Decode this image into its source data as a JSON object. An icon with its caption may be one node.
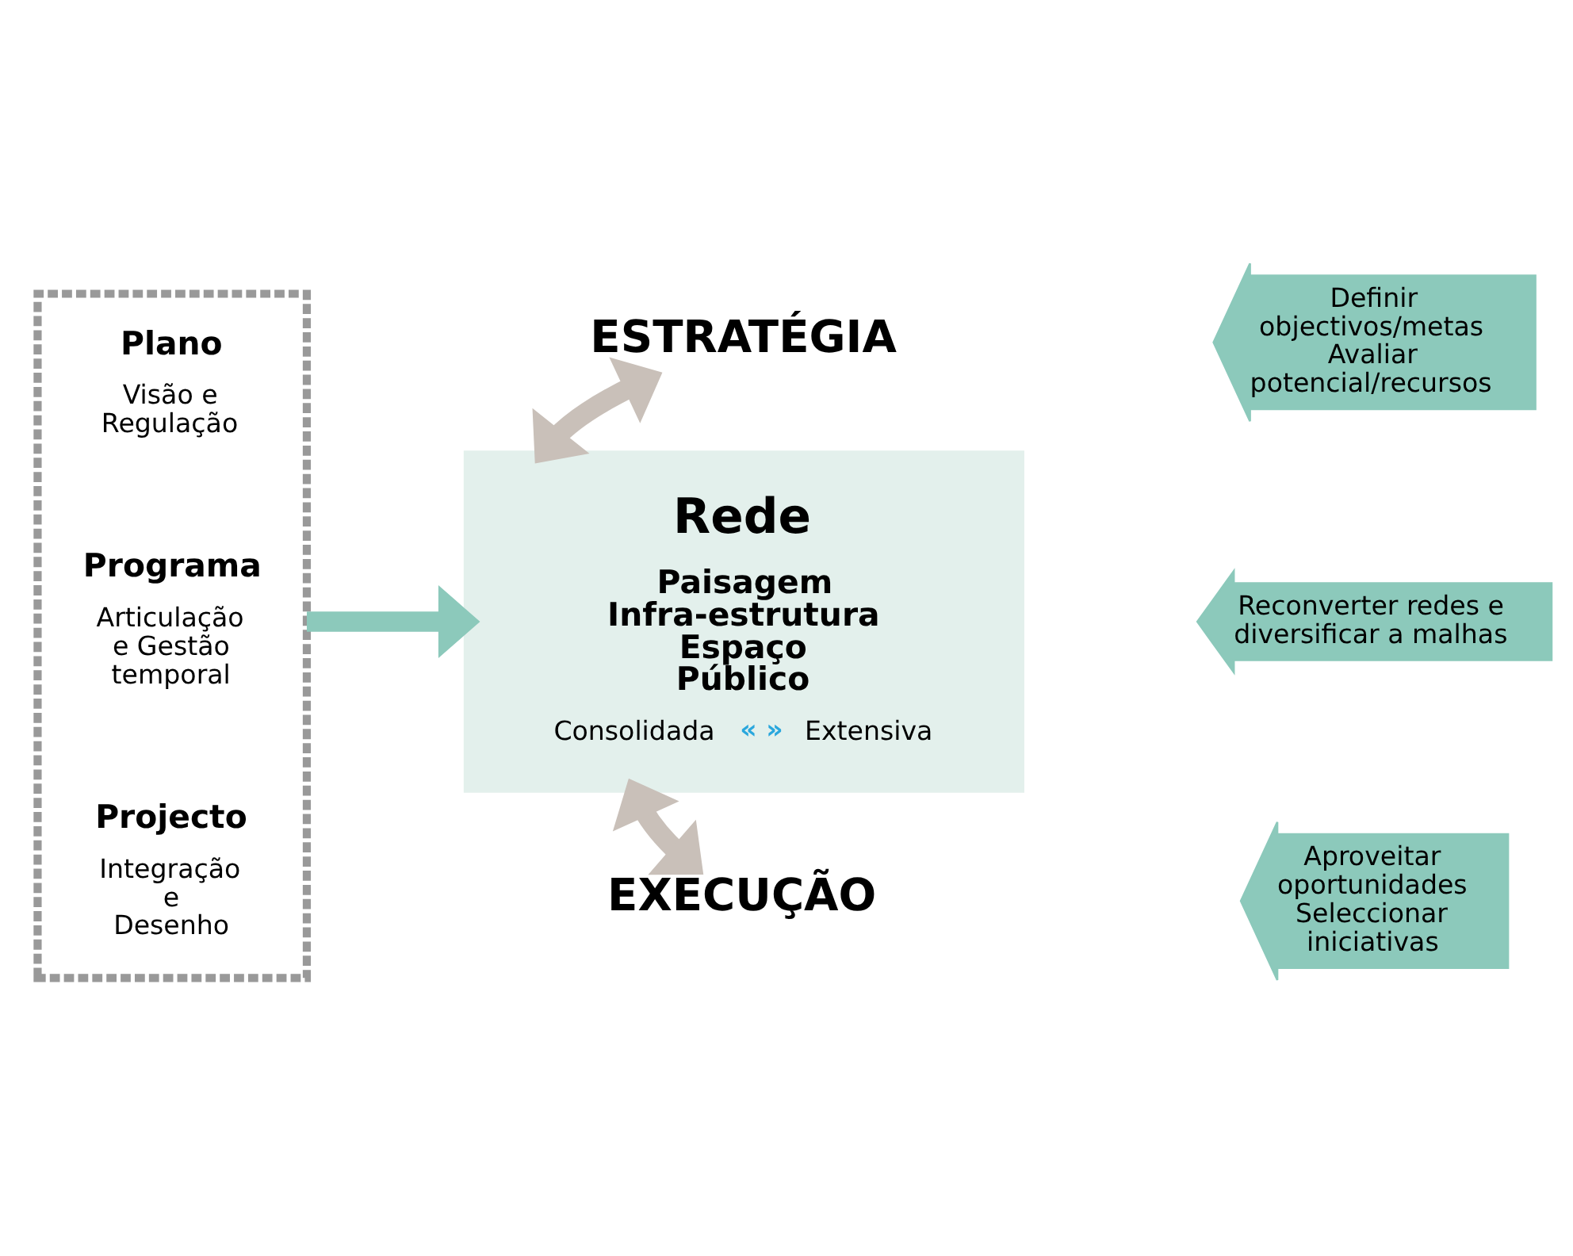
{
  "diagram": {
    "nodes": [
      {
        "text": [],
        "shape": "box"
      },
      {
        "text": [
          "Plano",
          "Visão e Regulação"
        ],
        "in": 0
      },
      {
        "text": [
          "Programa",
          "Articulação e Gestão temporal"
        ],
        "in": 0
      },
      {
        "text": [
          "Projecto",
          "Integração e Desenho"
        ],
        "in": 0
      },
      {
        "text": [
          "ESTRATÉGIA"
        ]
      },
      {
        "text": [
          "Rede",
          "Paisagem Infra-estrutura Espaço Público",
          "Consolidada",
          "« »",
          "Extensiva"
        ]
      },
      {
        "text": [
          "EXECUÇÃO"
        ]
      },
      {
        "text": [
          "Definir objectivos/metas Avaliar potencial/recursos"
        ]
      },
      {
        "text": [
          "Reconverter redes e diversificar a malhas"
        ]
      },
      {
        "text": [
          "Aproveitar oportunidades Seleccionar iniciativas"
        ]
      }
    ],
    "edges": [
      {
        "from": 0,
        "to": 5,
        "arrow": "to",
        "color": "#8cc9bb"
      },
      {
        "from": 4,
        "to": 5,
        "arrow": "both",
        "color": "#c9c0b9"
      },
      {
        "from": 5,
        "to": 6,
        "arrow": "both",
        "color": "#c9c0b9"
      }
    ]
  }
}
